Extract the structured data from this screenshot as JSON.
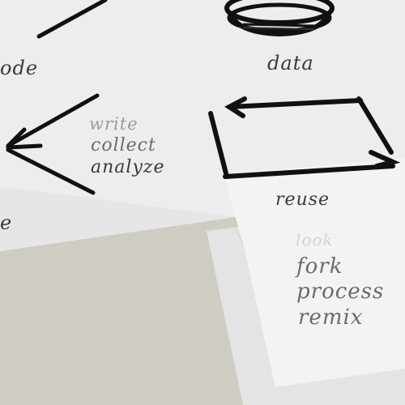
{
  "image": {
    "description_free": true,
    "labels": {
      "code_partial": "ode",
      "data": "data",
      "write": "write",
      "collect": "collect",
      "analyze": "analyze",
      "left_partial": "e",
      "reuse": "reuse",
      "look_faint": "look",
      "fork": "fork",
      "process": "process",
      "remix": "remix"
    }
  }
}
